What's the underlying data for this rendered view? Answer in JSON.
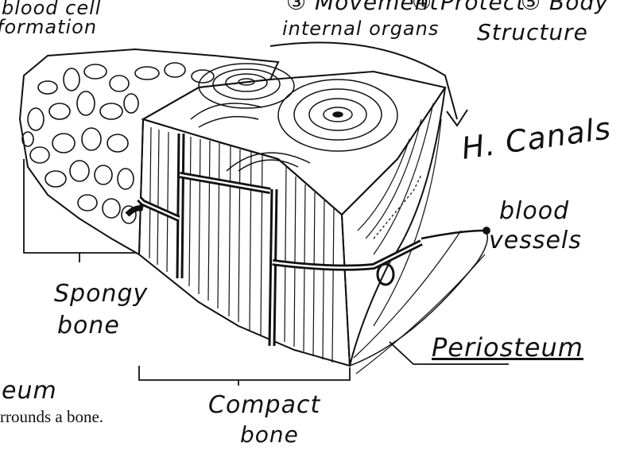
{
  "header": {
    "item3": "③ Movement",
    "item4": "④ Protect",
    "item4_sub": "internal organs",
    "item5": "⑤ Body",
    "item5_sub": "Structure",
    "blood_cell_line1": "blood cell",
    "blood_cell_line2": "formation"
  },
  "labels": {
    "canals": "H. Canals",
    "blood_vessels_line1": "blood",
    "blood_vessels_line2": "vessels",
    "spongy_line1": "Spongy",
    "spongy_line2": "bone",
    "periosteum": "Periosteum",
    "compact_line1": "Compact",
    "compact_line2": "bone"
  },
  "footer": {
    "partial_term": "eum",
    "definition_fragment": "rrounds a bone."
  }
}
